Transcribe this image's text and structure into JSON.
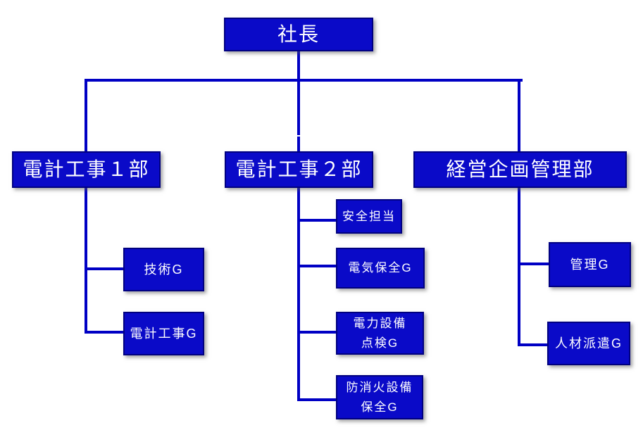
{
  "chart": {
    "title_hint": "organization-chart",
    "colors": {
      "box_fill": "#0a0ac8",
      "box_border": "#000080",
      "line": "#0000c4",
      "text": "#ffffff",
      "background": "#ffffff"
    },
    "president": {
      "label": "社長"
    },
    "departments": [
      {
        "label": "電計工事１部"
      },
      {
        "label": "電計工事２部"
      },
      {
        "label": "経営企画管理部"
      }
    ],
    "dept1_children": [
      {
        "label": "技術G"
      },
      {
        "label": "電計工事G"
      }
    ],
    "dept2_children": [
      {
        "label": "安全担当"
      },
      {
        "label": "電気保全G"
      },
      {
        "label": "電力設備\n点検G"
      },
      {
        "label": "防消火設備\n保全G"
      }
    ],
    "dept3_children": [
      {
        "label": "管理G"
      },
      {
        "label": "人材派遣G"
      }
    ]
  }
}
